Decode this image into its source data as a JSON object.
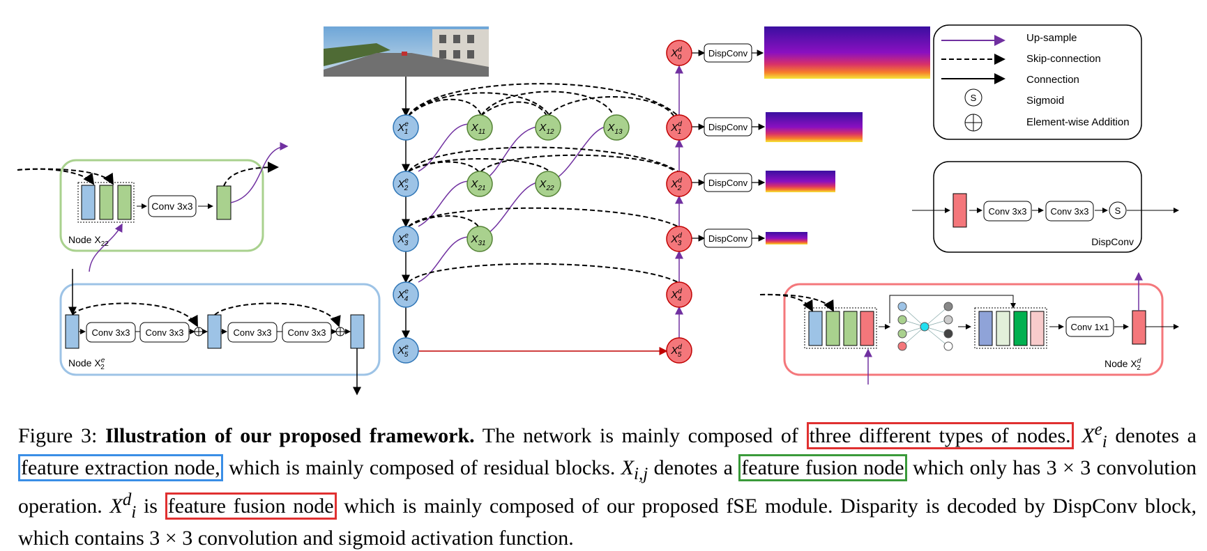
{
  "colors": {
    "encoder_fill": "#9dc3e6",
    "encoder_stroke": "#2e75b6",
    "fusion_fill": "#a9d18e",
    "fusion_stroke": "#548235",
    "decoder_fill": "#f4777b",
    "decoder_stroke": "#c00000",
    "upsample": "#7030a0",
    "highlight_red": "#e03030",
    "highlight_blue": "#3a8ee6",
    "highlight_green": "#3a9a3a"
  },
  "nodes": {
    "encoder": [
      "X",
      "X",
      "X",
      "X",
      "X"
    ],
    "encoder_sup": "e",
    "encoder_sub": [
      "1",
      "2",
      "3",
      "4",
      "5"
    ],
    "decoder_sup": "d",
    "decoder_sub": [
      "0",
      "1",
      "2",
      "3",
      "4",
      "5"
    ],
    "fusion_sub": [
      "11",
      "12",
      "13",
      "21",
      "22",
      "31"
    ]
  },
  "dispconv_label": "DispConv",
  "legend": {
    "items": [
      "Up-sample",
      "Skip-connection",
      "Connection",
      "Sigmoid",
      "Element-wise Addition"
    ],
    "sigmoid_symbol": "S"
  },
  "fusion_panel": {
    "conv": "Conv 3x3",
    "label": "Node X",
    "label_sub": "22"
  },
  "encoder_panel": {
    "conv": [
      "Conv 3x3",
      "Conv 3x3",
      "Conv 3x3",
      "Conv 3x3"
    ],
    "label": "Node X",
    "label_sup": "e",
    "label_sub": "2"
  },
  "dispconv_panel": {
    "conv": [
      "Conv 3x3",
      "Conv 3x3"
    ],
    "sigmoid": "S",
    "label": "DispConv"
  },
  "decoder_panel": {
    "conv": "Conv 1x1",
    "label": "Node X",
    "label_sup": "d",
    "label_sub": "2"
  },
  "caption": {
    "fig": "Figure 3:",
    "title": "Illustration of our proposed framework.",
    "t1": " The network is mainly composed of",
    "h1": "three different types of nodes.",
    "t2": " denotes a",
    "h2": "feature extraction node,",
    "t3": " which is mainly composed of residual blocks. ",
    "t4": " denotes a",
    "h3": "feature fusion node",
    "t5": " which only has 3 × 3 convolution operation. ",
    "t6": " is",
    "h4": "feature fusion node",
    "t7": " which is mainly composed of our proposed fSE module. Disparity is decoded by DispConv block, which contains 3 × 3 convolution and sigmoid activation function.",
    "xe_base": "X",
    "xe_sup": "e",
    "xe_sub": "i",
    "xij_base": "X",
    "xij_sub": "i,j",
    "xd_base": "X",
    "xd_sup": "d",
    "xd_sub": "i"
  }
}
